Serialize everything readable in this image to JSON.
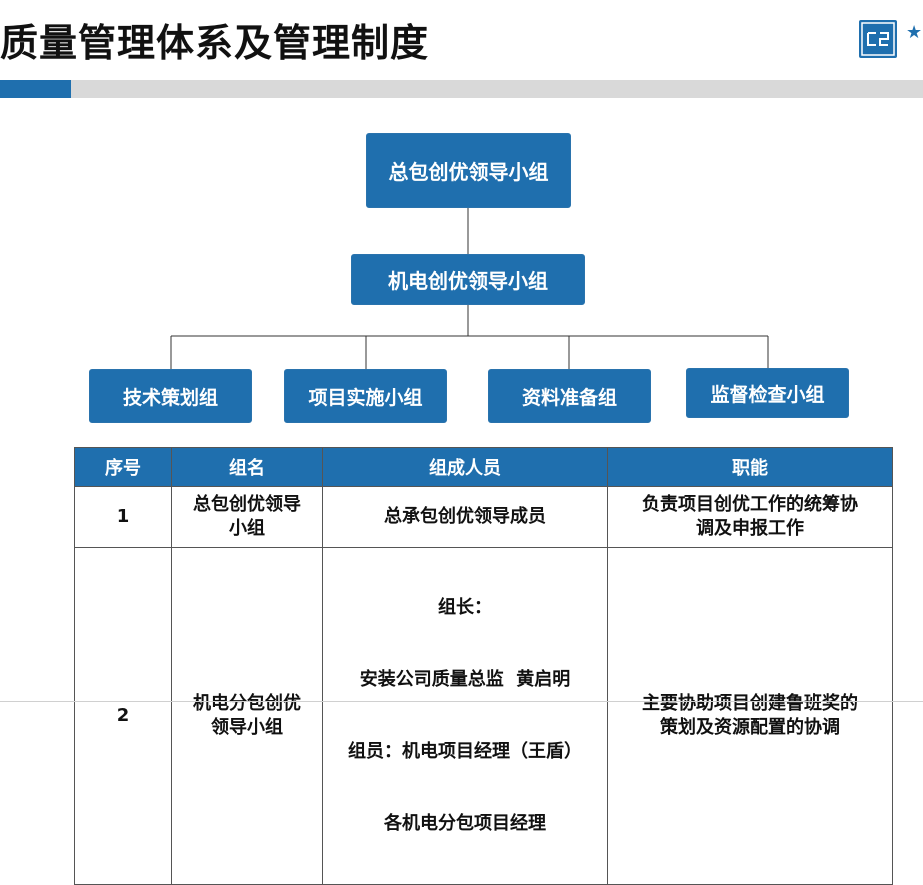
{
  "header": {
    "title": "质量管理体系及管理制度",
    "logo_icon": "cscec-logo-icon",
    "accent_color": "#1f6fae"
  },
  "org_chart": {
    "top": "总包创优领导小组",
    "middle": "机电创优领导小组",
    "groups": [
      "技术策划组",
      "项目实施小组",
      "资料准备组",
      "监督检查小组"
    ]
  },
  "table": {
    "headers": [
      "序号",
      "组名",
      "组成人员",
      "职能"
    ],
    "rows": [
      {
        "no": "1",
        "name": [
          "总包创优领导",
          "小组"
        ],
        "members": [
          "总承包创优领导成员"
        ],
        "duty": [
          "负责项目创优工作的统筹协",
          "调及申报工作"
        ]
      },
      {
        "no": "2",
        "name": [
          "机电分包创优",
          "领导小组"
        ],
        "members": [
          "组长：",
          "安装公司质量总监  黄启明",
          "组员：机电项目经理（王盾）",
          "各机电分包项目经理"
        ],
        "duty": [
          "主要协助项目创建鲁班奖的",
          "策划及资源配置的协调"
        ]
      }
    ]
  }
}
